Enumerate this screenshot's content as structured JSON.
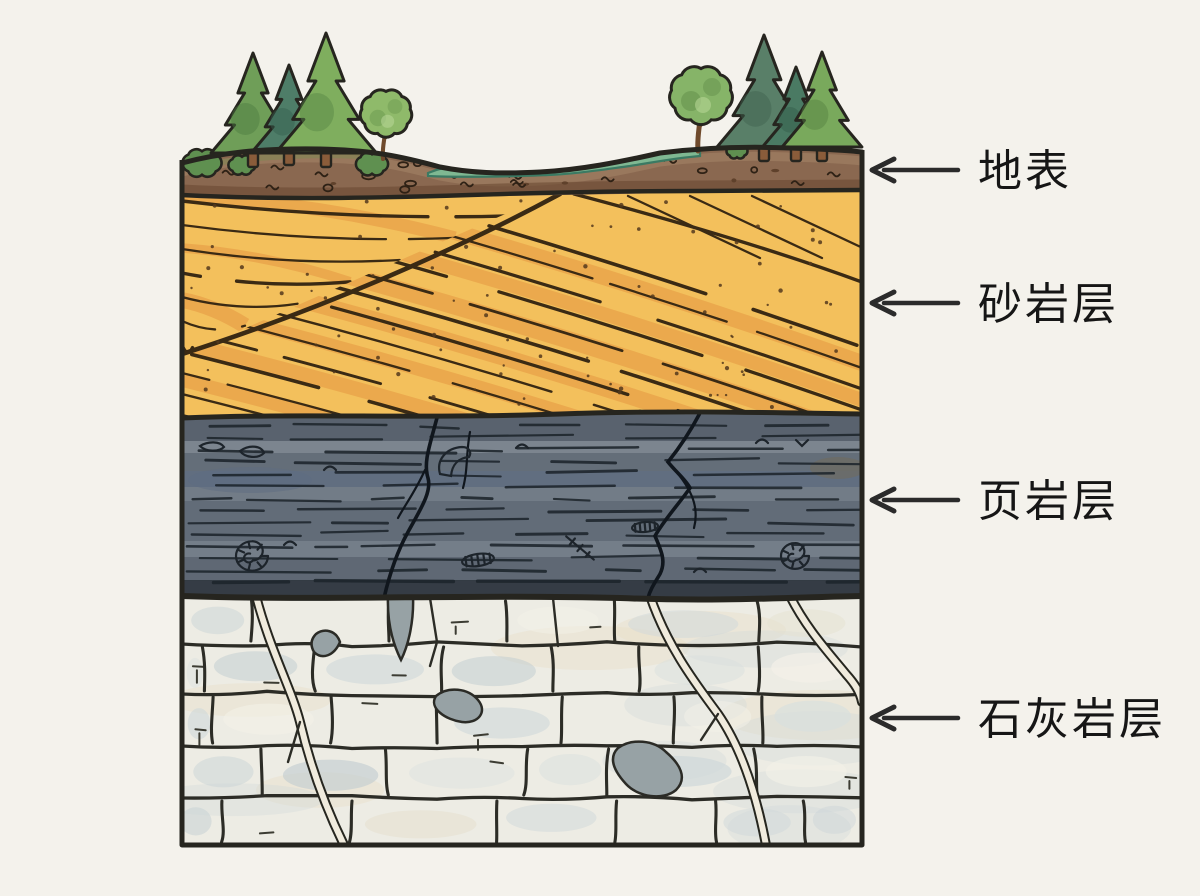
{
  "figure": {
    "kind": "geological-cross-section",
    "background_color": "#f4f2ec",
    "ink_color": "#26251f",
    "label_color": "#161616",
    "annotations": [
      {
        "label": "地表"
      },
      {
        "label": "砂岩层"
      },
      {
        "label": "页岩层"
      },
      {
        "label": "石灰岩层"
      }
    ],
    "layers": [
      {
        "name": "surface-soil",
        "label": "地表",
        "color": "#8a6850"
      },
      {
        "name": "sandstone",
        "label": "砂岩层",
        "color": "#f3c05c"
      },
      {
        "name": "shale",
        "label": "页岩层",
        "color": "#6a7480"
      },
      {
        "name": "limestone",
        "label": "石灰岩层",
        "color": "#edece4"
      }
    ],
    "vegetation": {
      "conifers": 6,
      "broadleaf_trees": 2,
      "bushes": 4
    }
  }
}
